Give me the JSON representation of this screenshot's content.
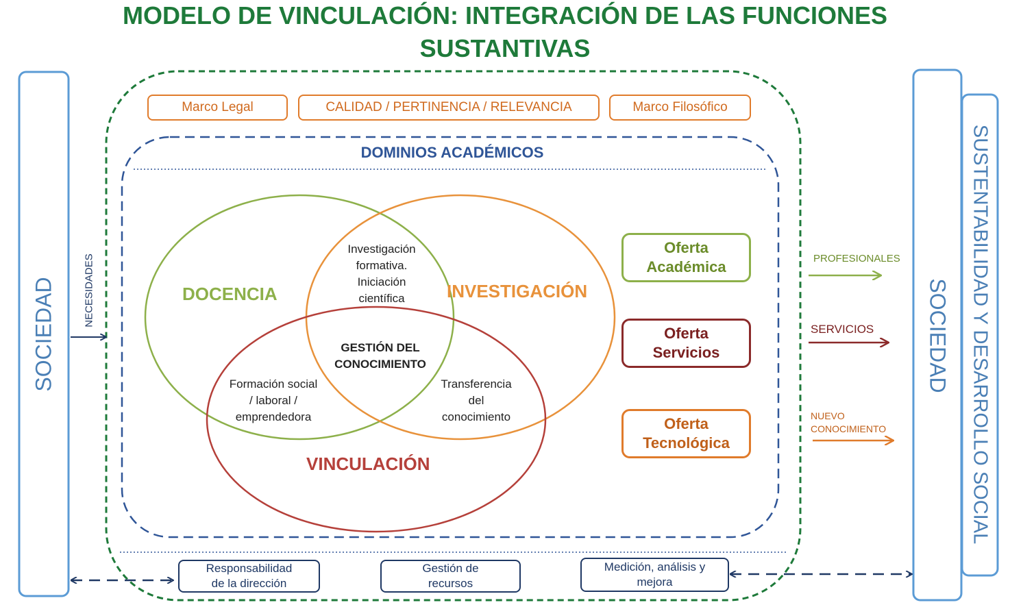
{
  "title_line1": "MODELO DE VINCULACIÓN: INTEGRACIÓN DE LAS FUNCIONES",
  "title_line2": "SUSTANTIVAS",
  "left_bar_label": "SOCIEDAD",
  "right_bar_label": "SOCIEDAD",
  "far_right_bar_label": "SUSTENTABILIDAD Y DESARROLLO SOCIAL",
  "needs_label": "NECESIDADES",
  "top_boxes": {
    "marco_legal": "Marco Legal",
    "calidad": "CALIDAD / PERTINENCIA / RELEVANCIA",
    "marco_filosofico": "Marco Filosófico"
  },
  "domains_title": "DOMINIOS ACADÉMICOS",
  "venn": {
    "docencia": "DOCENCIA",
    "investigacion": "INVESTIGACIÓN",
    "vinculacion": "VINCULACIÓN",
    "doc_inv": "Investigación\nformativa.\nIniciación\ncientífica",
    "center": "GESTIÓN DEL\nCONOCIMIENTO",
    "doc_vin": "Formación social\n/ laboral /\nemprendedora",
    "inv_vin": "Transferencia\ndel\nconocimiento"
  },
  "offers": {
    "academica": "Oferta\nAcadémica",
    "servicios": "Oferta\nServicios",
    "tecnologica": "Oferta\nTecnológica"
  },
  "outputs": {
    "profesionales": "PROFESIONALES",
    "servicios": "SERVICIOS",
    "nuevo_conocimiento": "NUEVO\nCONOCIMIENTO"
  },
  "bottom_boxes": {
    "responsabilidad": "Responsabilidad\nde la dirección",
    "recursos": "Gestión de\nrecursos",
    "medicion": "Medición, análisis y\nmejora"
  },
  "colors": {
    "title_green": "#1e7a3a",
    "docencia": "#8db04a",
    "investigacion": "#e8923b",
    "vinculacion": "#b5403a",
    "navy": "#1f3864",
    "steel_blue": "#4a7fb5"
  }
}
